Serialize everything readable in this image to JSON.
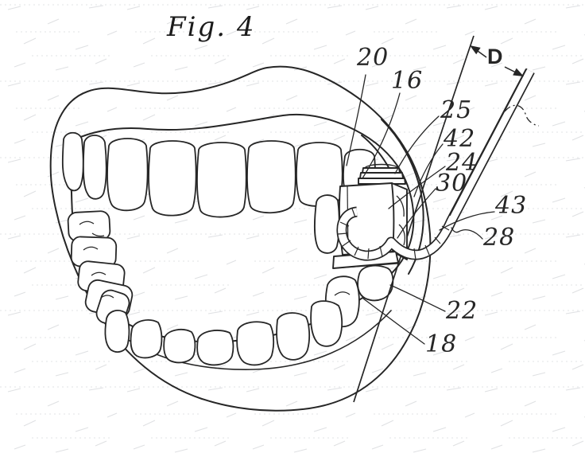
{
  "figure": {
    "title": "Fig. 4"
  },
  "reference_labels": {
    "n20": "20",
    "n16": "16",
    "n25": "25",
    "n42": "42",
    "n24": "24",
    "n30": "30",
    "n43": "43",
    "n28": "28",
    "n22": "22",
    "n18": "18"
  },
  "dimension": {
    "label": "D"
  },
  "colors": {
    "ink": "#262626",
    "paper": "#ffffff",
    "texture": "#b9bec4"
  }
}
